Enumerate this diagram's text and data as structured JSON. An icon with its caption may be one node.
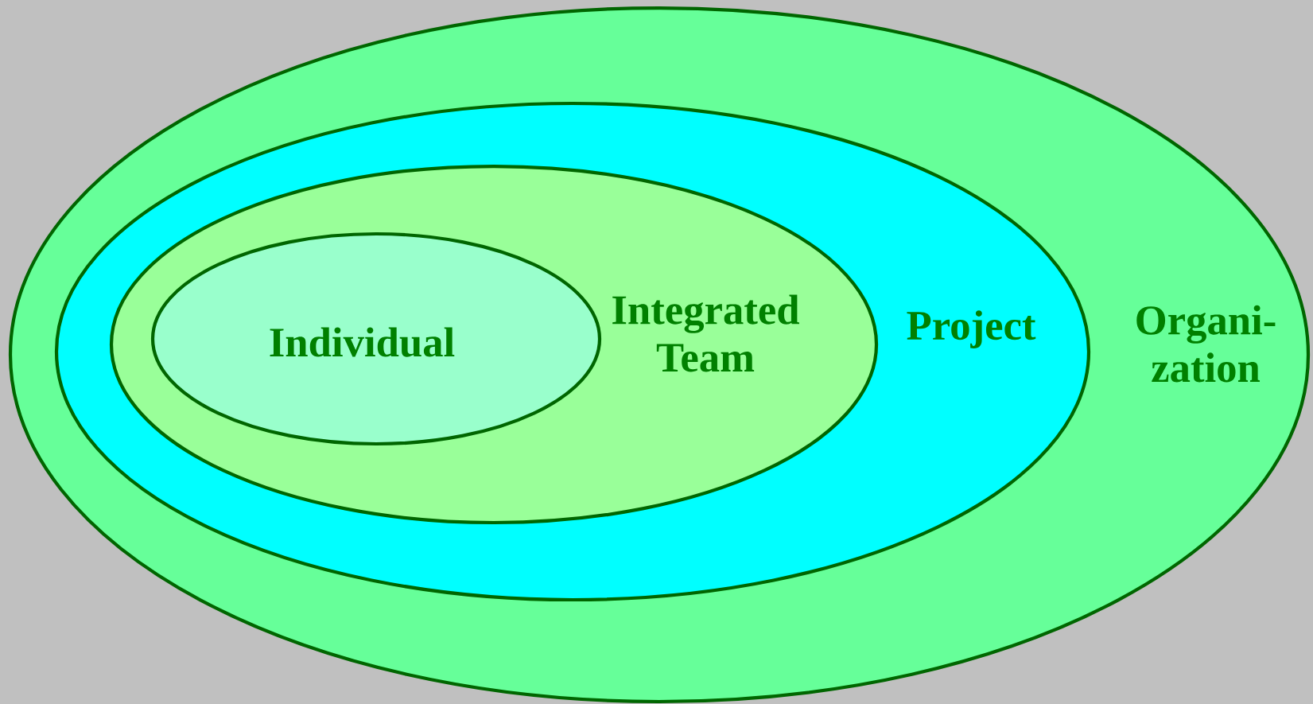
{
  "diagram": {
    "nodes": [
      {
        "text": [
          "Organi- zation"
        ]
      },
      {
        "text": [
          "Project"
        ],
        "in": 0
      },
      {
        "text": [
          "Integrated Team"
        ],
        "in": 1
      },
      {
        "text": [
          "Individual"
        ],
        "in": 2
      }
    ]
  }
}
